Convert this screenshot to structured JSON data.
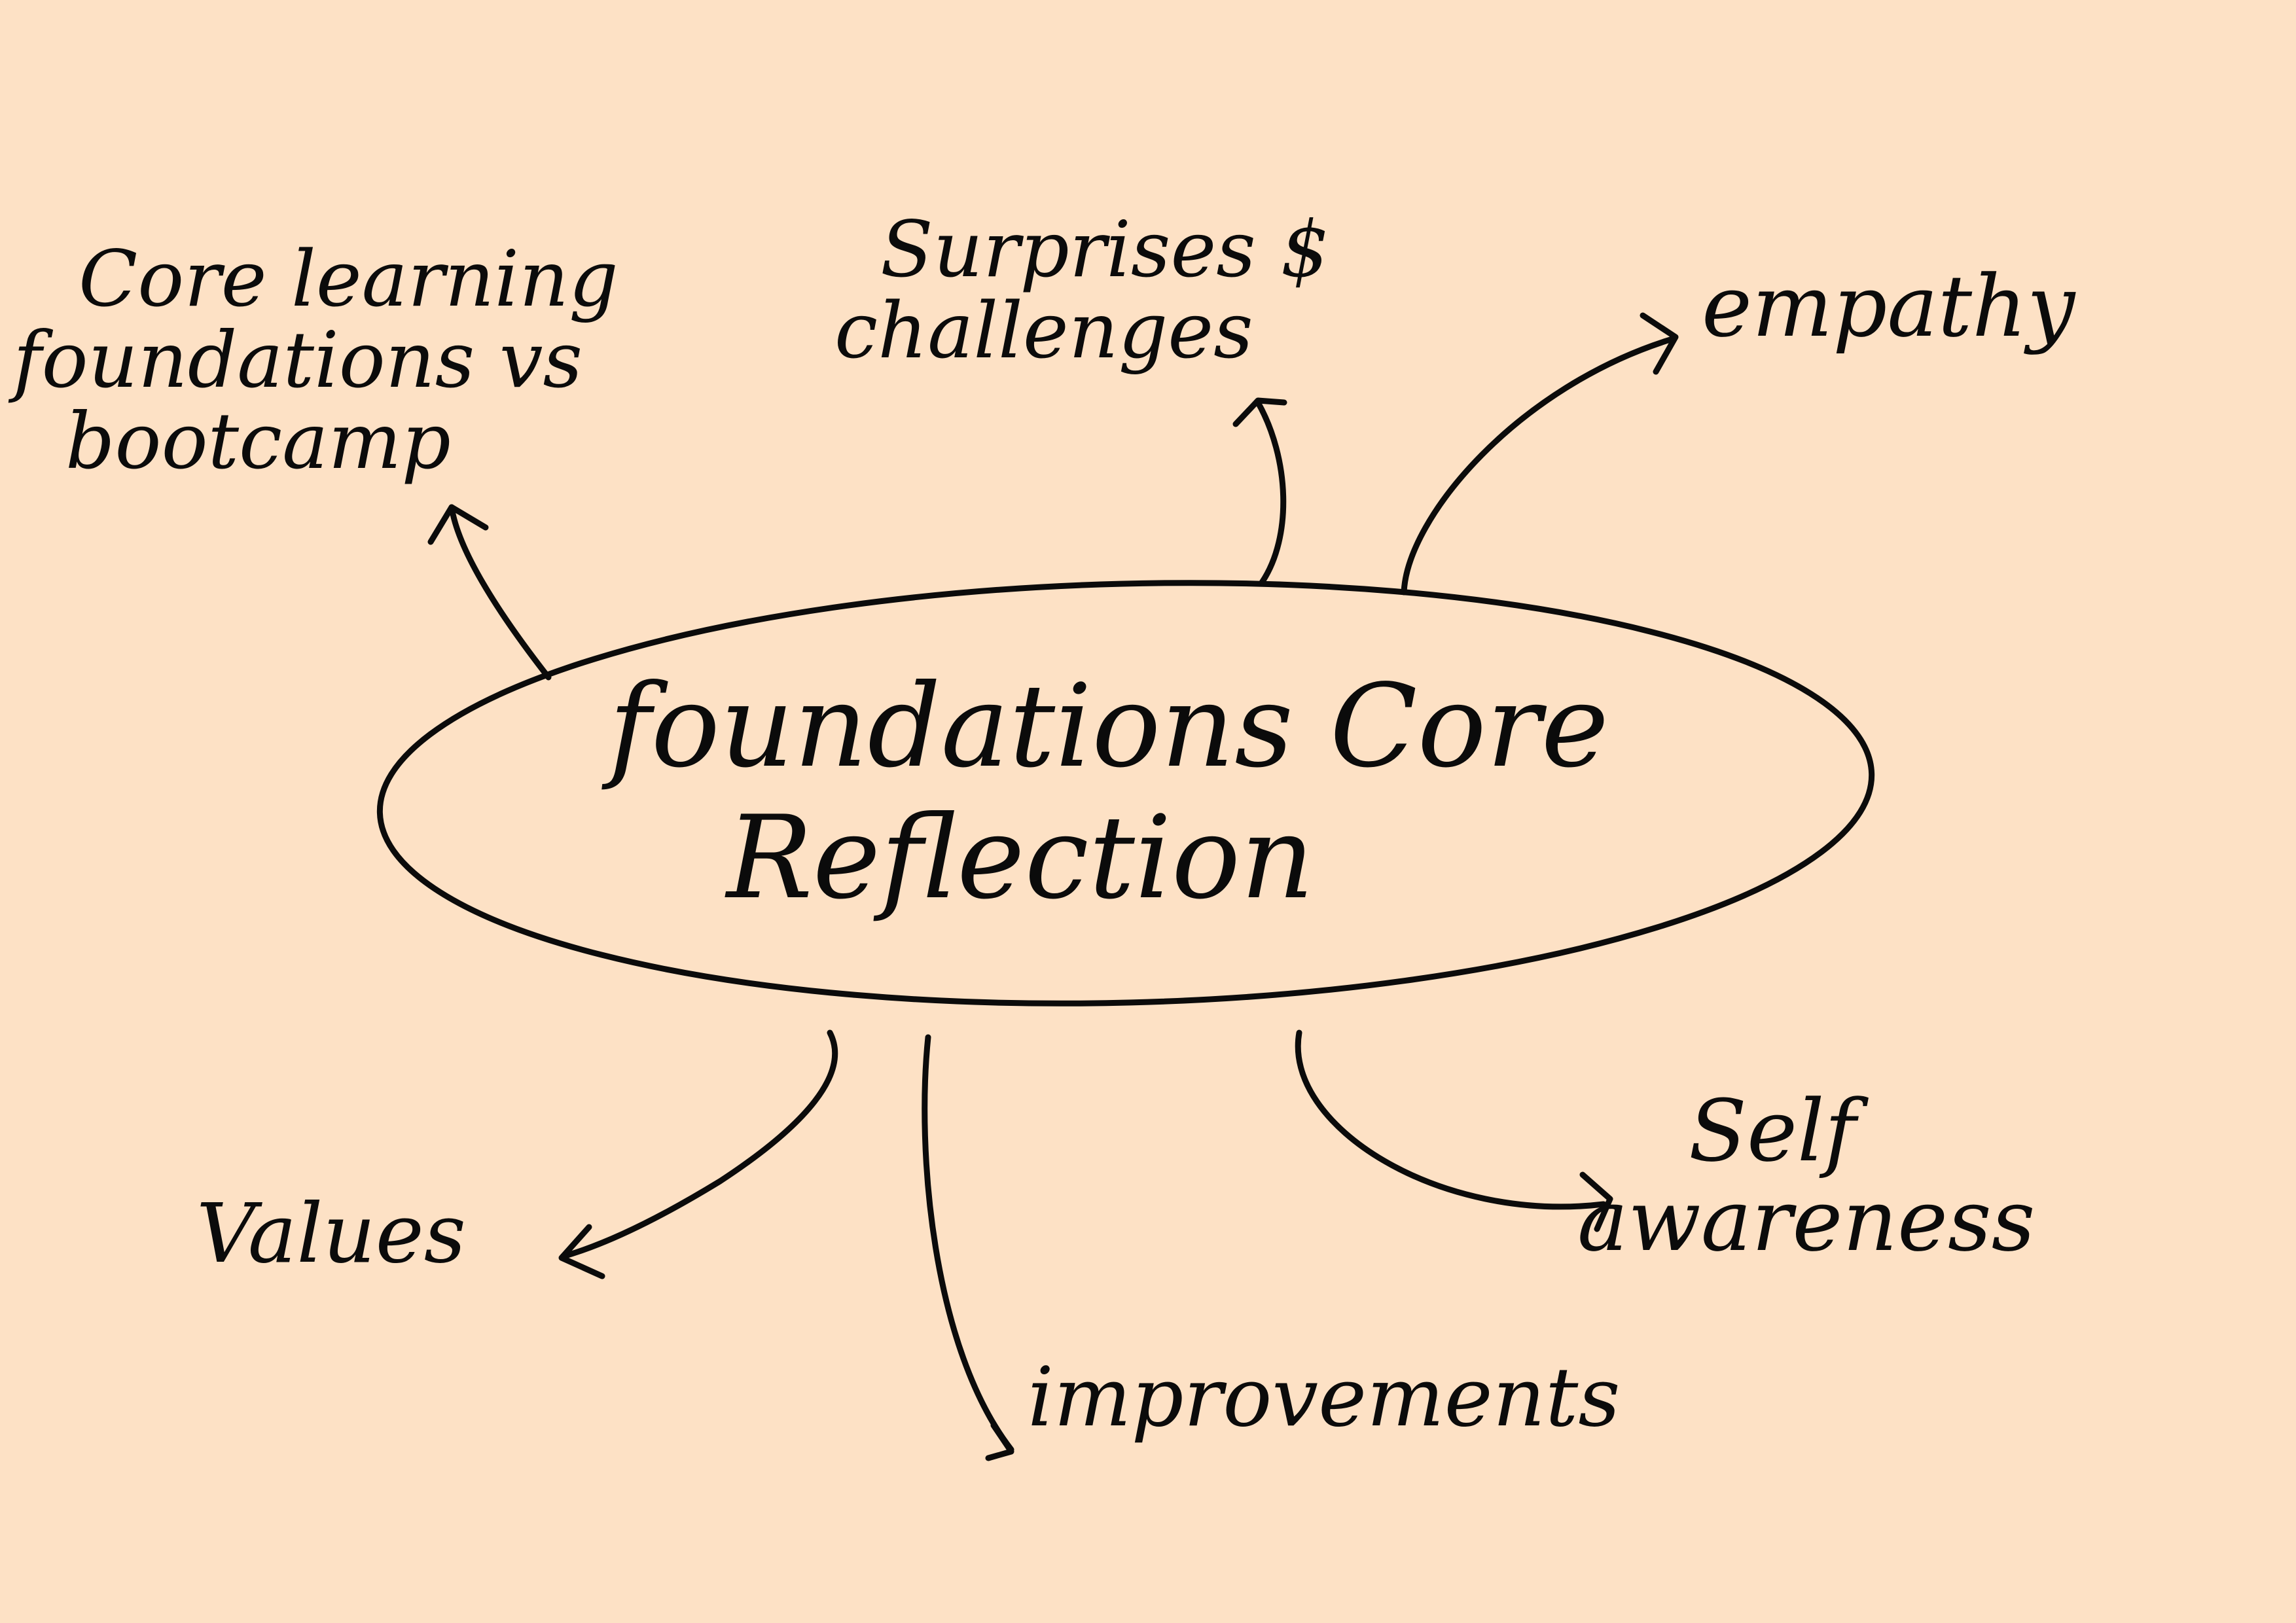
{
  "background_color": "#fde1c5",
  "ink_color": "#0b0b0b",
  "center": {
    "line1": "foundations Core",
    "line2": "Reflection"
  },
  "nodes": {
    "core_learning": {
      "line1": "Core learning",
      "line2": "foundations vs",
      "line3": "bootcamp"
    },
    "surprises": {
      "line1": "Surprises $",
      "line2": "challenges"
    },
    "empathy": {
      "line1": "empathy"
    },
    "values": {
      "line1": "Values"
    },
    "improvements": {
      "line1": "improvements"
    },
    "self_awareness": {
      "line1": "Self",
      "line2": "awareness"
    }
  }
}
